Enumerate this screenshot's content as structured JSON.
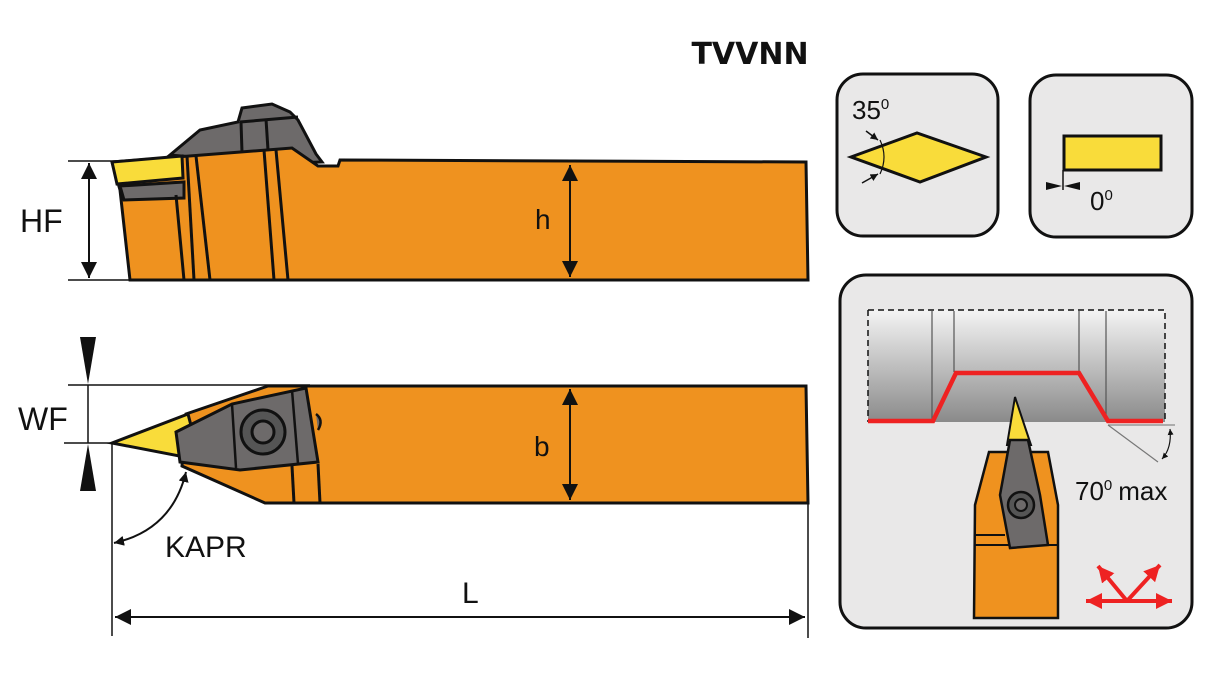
{
  "title": "TVVNN",
  "labels": {
    "hf": "HF",
    "h": "h",
    "wf": "WF",
    "b": "b",
    "kapr": "KAPR",
    "l": "L"
  },
  "insert_shape": {
    "angle": "35",
    "unit": "0"
  },
  "clearance": {
    "angle": "0",
    "unit": "0"
  },
  "operation": {
    "angle": "70",
    "unit": "0",
    "suffix": "max"
  },
  "colors": {
    "holder": "#ef921f",
    "insert": "#f9dc3a",
    "clamp": "#6d6a6a",
    "panel": "#e9e8e8",
    "profile": "#ee2222"
  }
}
